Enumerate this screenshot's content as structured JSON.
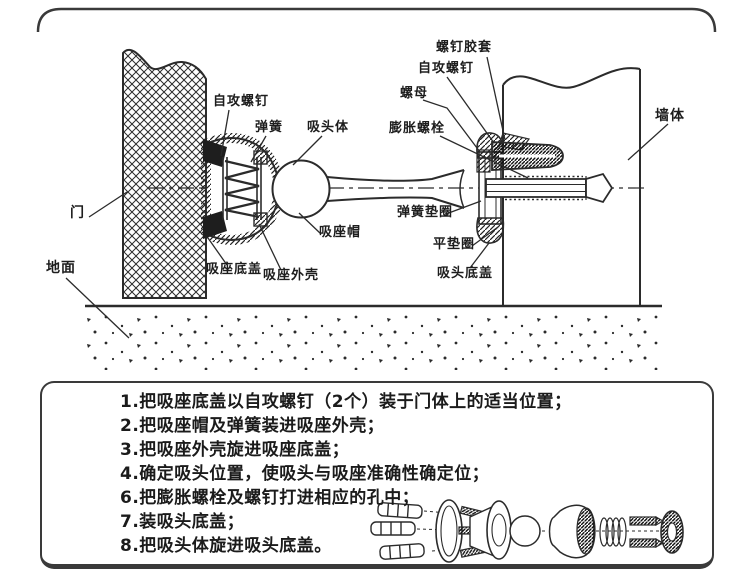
{
  "diagram": {
    "labels": {
      "door": "门",
      "ground": "地面",
      "self_tapping_screw_left": "自攻螺钉",
      "spring": "弹簧",
      "suction_head_body": "吸头体",
      "screw_rubber_sleeve": "螺钉胶套",
      "self_tapping_screw_right": "自攻螺钉",
      "nut": "螺母",
      "expansion_bolt": "膨胀螺栓",
      "wall": "墙体",
      "spring_washer": "弹簧垫圈",
      "flat_washer": "平垫圈",
      "suction_head_bottom_cover": "吸头底盖",
      "suction_seat_cap": "吸座帽",
      "suction_seat_bottom_cover": "吸座底盖",
      "suction_seat_shell": "吸座外壳"
    }
  },
  "instructions": {
    "items": [
      "1.把吸座底盖以自攻螺钉（2个）装于门体上的适当位置；",
      "2.把吸座帽及弹簧装进吸座外壳；",
      "3.把吸座外壳旋进吸座底盖；",
      "4.确定吸头位置，使吸头与吸座准确性确定位；",
      "6.把膨胀螺栓及螺钉打进相应的孔中；",
      "7.装吸头底盖；",
      "8.把吸头体旋进吸头底盖。"
    ]
  },
  "colors": {
    "line": "#2b2b2b",
    "text": "#1d1d1d",
    "background": "#ffffff"
  }
}
